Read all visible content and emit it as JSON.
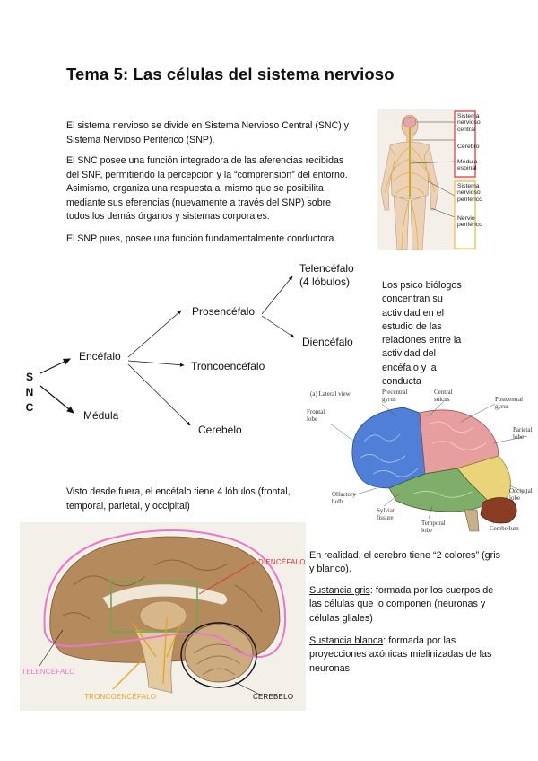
{
  "title": "Tema 5: Las células del sistema nervioso",
  "intro": {
    "p1": "El sistema nervioso se divide en Sistema Nervioso Central (SNC) y Sistema Nervioso Periférico (SNP).",
    "p2": "El SNC posee una función integradora de las aferencias recibidas del SNP, permitiendo la percepción y la “comprensión” del entorno. Asimismo, organiza una respuesta al mismo que se posibilita mediante sus eferencias (nuevamente a través del SNP) sobre todos los demás órganos y sistemas corporales.",
    "p3": "El SNP pues, posee una función fundamentalmente conductora."
  },
  "body_figure": {
    "labels": {
      "snc": "Sistema nervioso central",
      "cerebro": "Cerebro",
      "medula": "Médula espinal",
      "snp": "Sistema nervioso periférico",
      "nervio": "Nervio periférico"
    }
  },
  "tree": {
    "root": [
      "S",
      "N",
      "C"
    ],
    "encefalo": "Encéfalo",
    "medula": "Médula",
    "prosencefalo": "Prosencéfalo",
    "troncoencefalo": "Troncoencéfalo",
    "cerebelo": "Cerebelo",
    "telencefalo_1": "Telencéfalo",
    "telencefalo_2": "(4 lóbulos)",
    "diencefalo": "Diencéfalo"
  },
  "side_note": "Los psico biólogos concentran su actividad en el estudio de las relaciones entre la actividad del encéfalo y la conducta",
  "brain_lateral": {
    "labels": {
      "lateral_view": "(a) Lateral view",
      "precentral": "Precentral gyrus",
      "central": "Central sulcus",
      "postcentral": "Postcentral gyrus",
      "frontal": "Frontal lobe",
      "parietal": "Parietal lobe",
      "occipital": "Occipital lobe",
      "olfactory": "Olfactory bulb",
      "sylvian": "Sylvian fissure",
      "temporal": "Temporal lobe",
      "cerebellum": "Cerebellum"
    }
  },
  "lobes_text": "Visto desde fuera, el encéfalo tiene 4 lóbulos (frontal, temporal, parietal, y occipital)",
  "sagittal": {
    "diencefalo": "DIENCÉFALO",
    "telencefalo": "TELENCÉFALO",
    "troncoencefalo": "TRONCOENCÉFALO",
    "cerebelo": "CEREBELO"
  },
  "colors_text": {
    "intro": "En realidad, el cerebro tiene “2 colores” (gris y blanco).",
    "gris_term": "Sustancia gris",
    "gris_def": ": formada por los cuerpos de las células que lo componen (neuronas y células gliales)",
    "blanca_term": "Sustancia blanca",
    "blanca_def": ": formada por las proyecciones axónicas mielinizadas de las neuronas."
  },
  "colors": {
    "telencefalo_outline": "#e879c9",
    "diencefalo_box": "#6aa84f",
    "tronco_lines": "#e8a317",
    "red_label": "#d9343a",
    "frontal_lobe": "#4f7fd6",
    "parietal_lobe": "#e79e9e",
    "temporal_lobe": "#7fae6a",
    "occipital_lobe": "#e9d47a",
    "cerebellum": "#8a3d22"
  }
}
